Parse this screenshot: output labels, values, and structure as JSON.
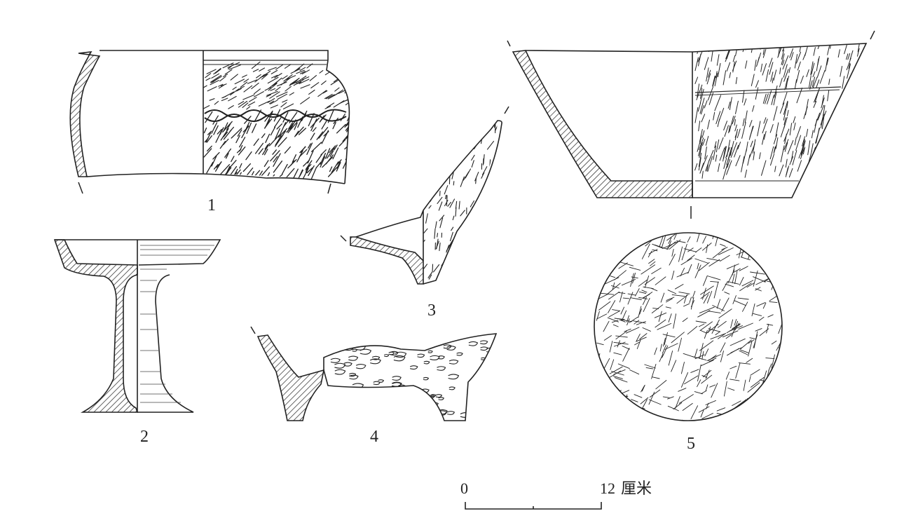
{
  "figures": [
    {
      "id": "1",
      "label": "1"
    },
    {
      "id": "2",
      "label": "2"
    },
    {
      "id": "3",
      "label": "3"
    },
    {
      "id": "4",
      "label": "4"
    },
    {
      "id": "5",
      "label": "5"
    }
  ],
  "scale_bar": {
    "start_label": "0",
    "end_label": "12",
    "unit": "厘米"
  },
  "colors": {
    "ink": "#222222",
    "paper": "#ffffff"
  }
}
